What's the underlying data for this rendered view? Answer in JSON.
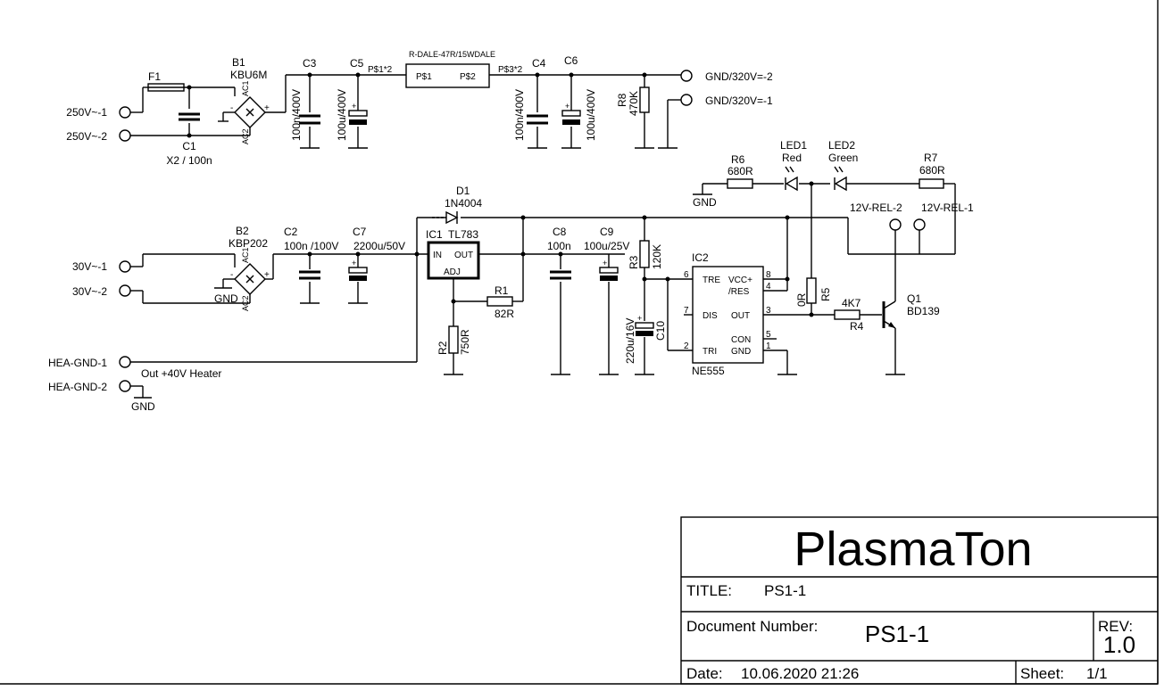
{
  "title_block": {
    "company": "PlasmaTon",
    "title_label": "TITLE:",
    "title_value": "PS1-1",
    "docnum_label": "Document Number:",
    "docnum_value": "PS1-1",
    "rev_label": "REV:",
    "rev_value": "1.0",
    "date_label": "Date:",
    "date_value": "10.06.2020 21:26",
    "sheet_label": "Sheet:",
    "sheet_value": "1/1"
  },
  "components": {
    "f1": "F1",
    "b1": "B1",
    "b1_part": "KBU6M",
    "c1": "C1",
    "c1_val": "X2 / 100n",
    "c3": "C3",
    "c3_val": "100n/400V",
    "c5": "C5",
    "c5_val": "100u/400V",
    "rdale_part": "R-DALE-47R/15WDALE",
    "rdale_p1": "P$1",
    "rdale_p2": "P$2",
    "rdale_n1": "P$1*2",
    "rdale_n2": "P$3*2",
    "c4": "C4",
    "c4_val": "100n/400V",
    "c6": "C6",
    "c6_val": "100u/400V",
    "r8": "R8",
    "r8_val": "470K",
    "b2": "B2",
    "b2_part": "KBP202",
    "c2": "C2",
    "c2_val": "100n /100V",
    "c7": "C7",
    "c7_val": "2200u/50V",
    "d1": "D1",
    "d1_val": "1N4004",
    "ic1": "IC1",
    "ic1_part": "TL783",
    "ic1_in": "IN",
    "ic1_out": "OUT",
    "ic1_adj": "ADJ",
    "r1": "R1",
    "r1_val": "82R",
    "r2": "R2",
    "r2_val": "750R",
    "c8": "C8",
    "c8_val": "100n",
    "c9": "C9",
    "c9_val": "100u/25V",
    "r3": "R3",
    "r3_val": "120K",
    "c10": "C10",
    "c10_val": "220u/16V",
    "ic2": "IC2",
    "ic2_part": "NE555",
    "ic2_tre": "TRE",
    "ic2_vcc": "VCC+",
    "ic2_res": "/RES",
    "ic2_dis": "DIS",
    "ic2_out": "OUT",
    "ic2_tri": "TRI",
    "ic2_con": "CON",
    "ic2_gnd": "GND",
    "ic2_p6": "6",
    "ic2_p7": "7",
    "ic2_p2": "2",
    "ic2_p8": "8",
    "ic2_p4": "4",
    "ic2_p3": "3",
    "ic2_p5": "5",
    "ic2_p1": "1",
    "r6": "R6",
    "r6_val": "680R",
    "led1": "LED1",
    "led1_col": "Red",
    "led2": "LED2",
    "led2_col": "Green",
    "r7": "R7",
    "r7_val": "680R",
    "r5": "R5",
    "r5_val": "0R",
    "r4": "R4",
    "r4_val": "4K7",
    "q1": "Q1",
    "q1_part": "BD139",
    "ac1": "AC1",
    "ac2": "AC2",
    "minus": "-",
    "plus": "+"
  },
  "connectors": {
    "p250_1": "250V~-1",
    "p250_2": "250V~-2",
    "gnd320_2": "GND/320V=-2",
    "gnd320_1": "GND/320V=-1",
    "p30_1": "30V~-1",
    "p30_2": "30V~-2",
    "hea1": "HEA-GND-1",
    "hea2": "HEA-GND-2",
    "rel2": "12V-REL-2",
    "rel1": "12V-REL-1"
  },
  "labels": {
    "gnd": "GND",
    "heater": "Out +40V Heater"
  }
}
